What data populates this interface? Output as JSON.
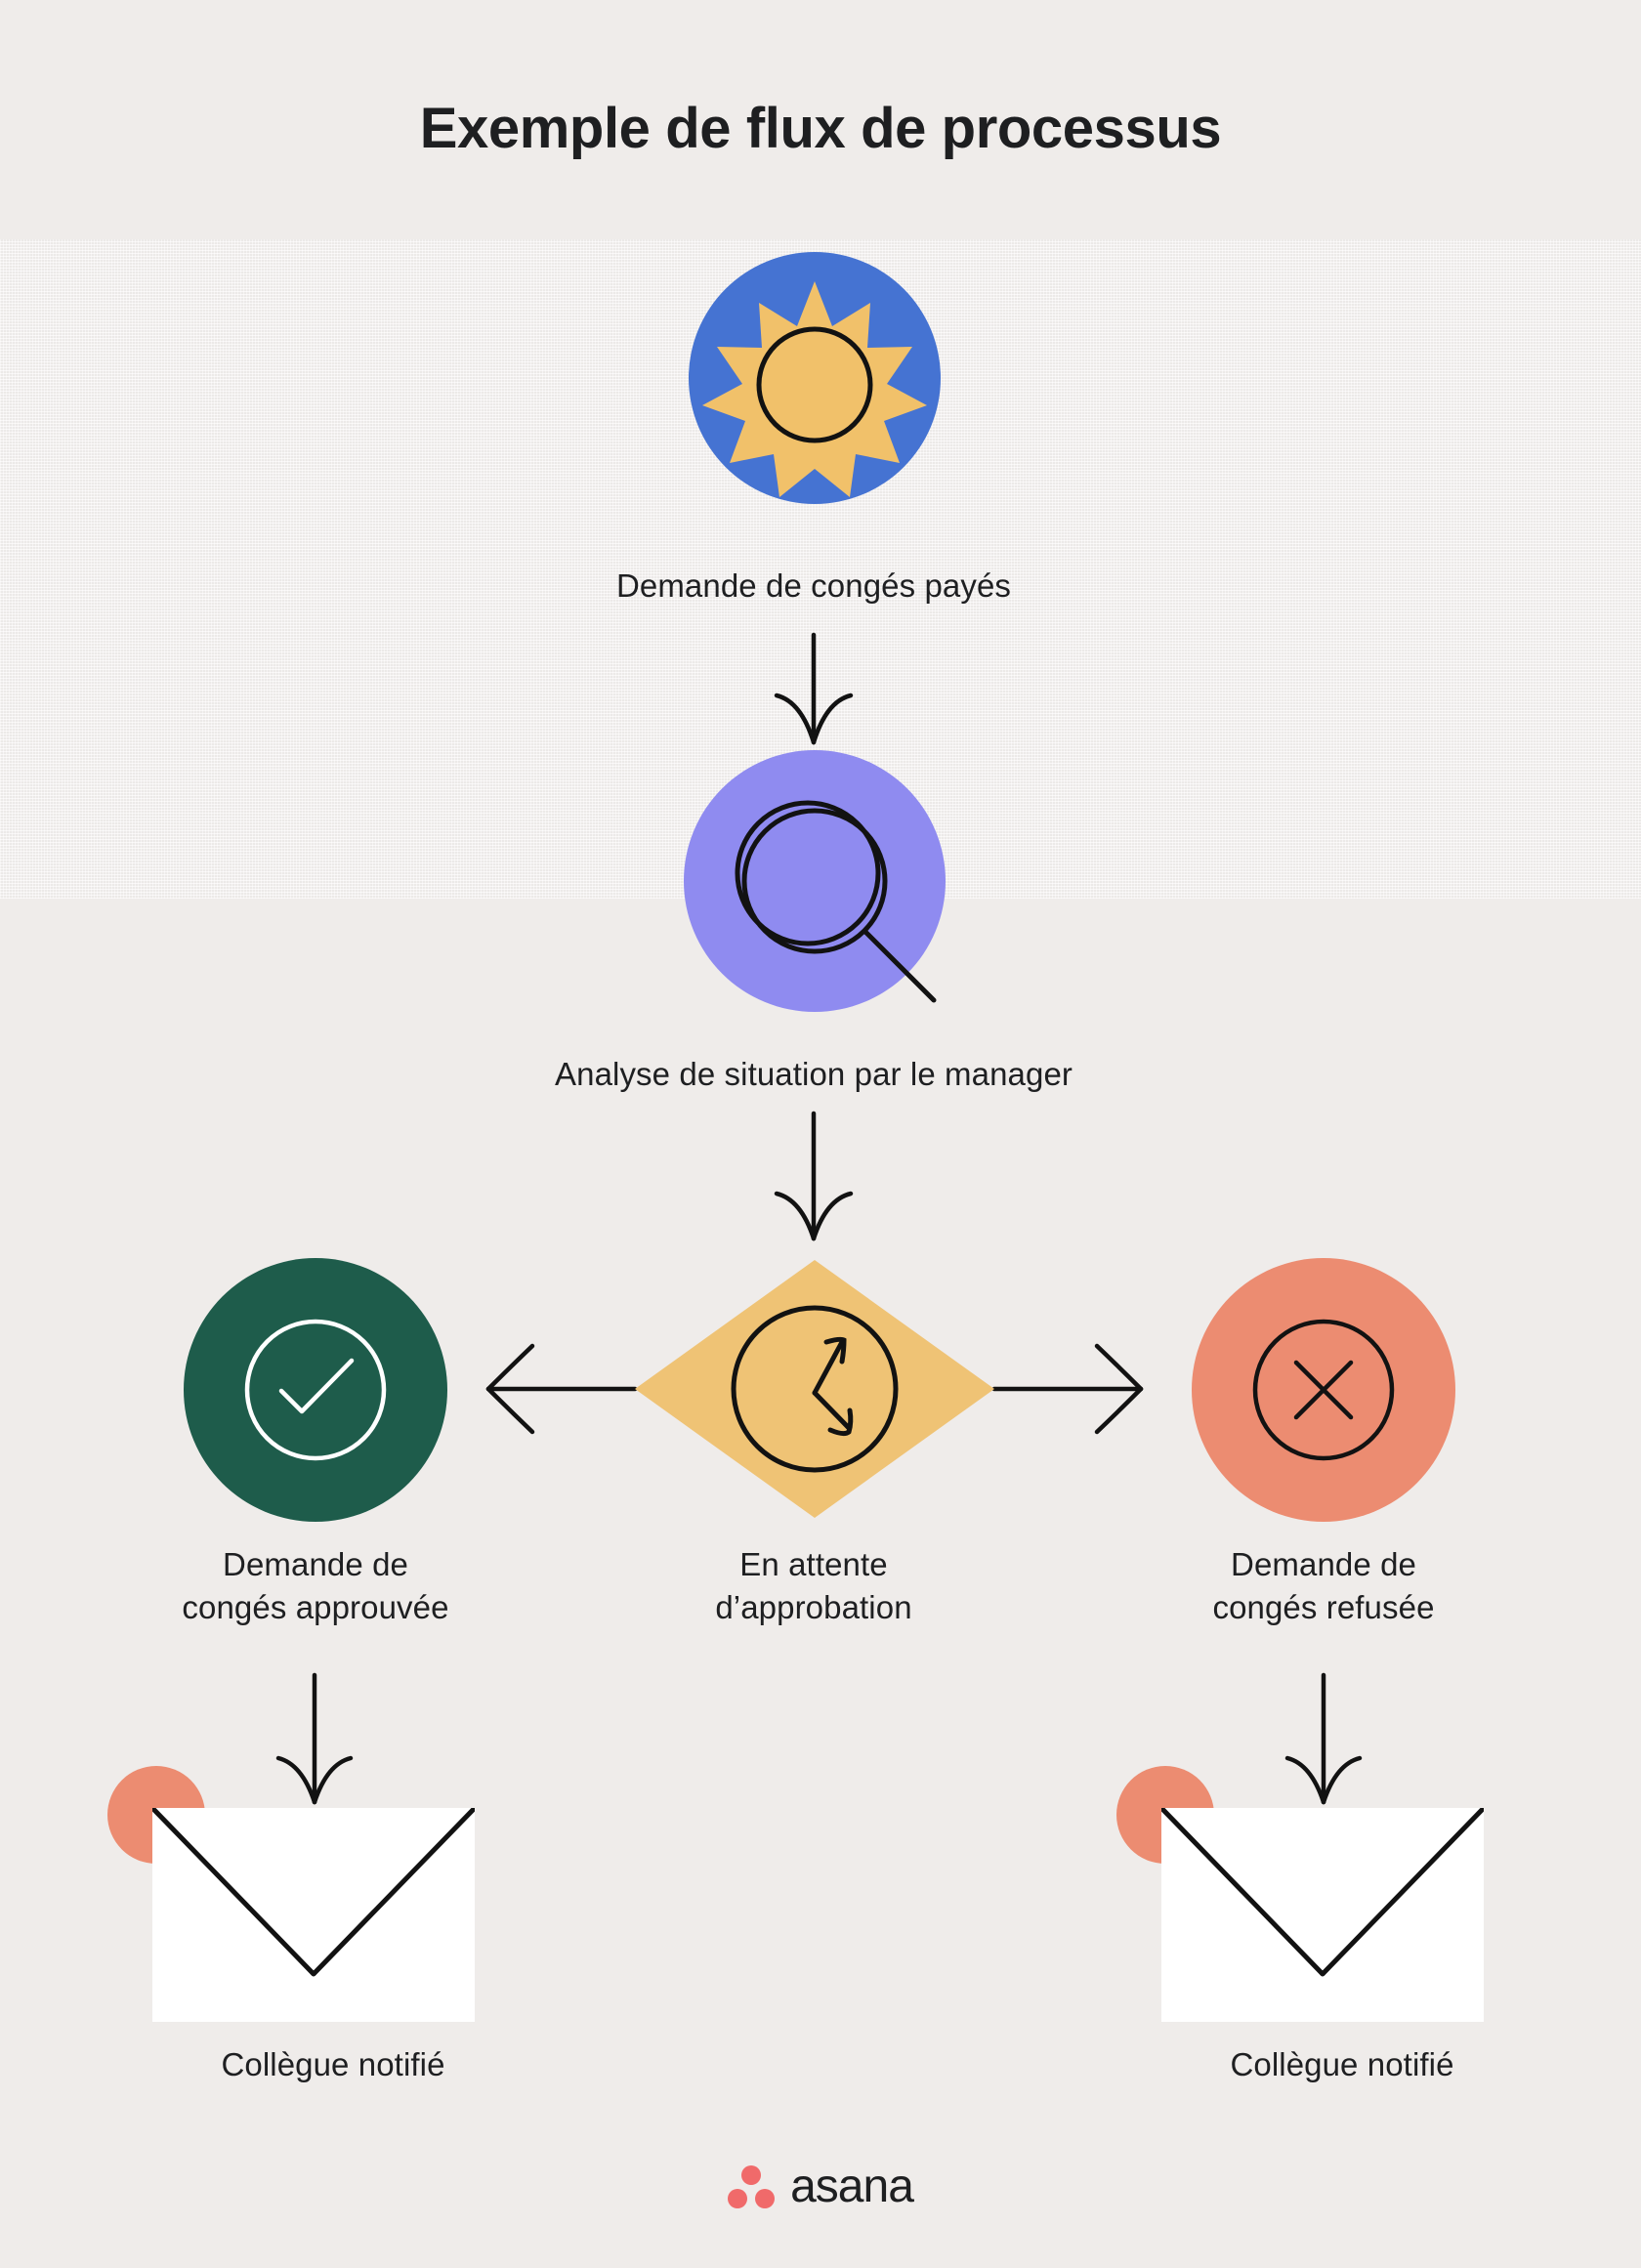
{
  "page": {
    "title": "Exemple de flux de processus",
    "background_color": "#EFECEA",
    "text_color": "#1E1F21"
  },
  "palette": {
    "blue": "#4573D2",
    "sun_yellow": "#F1C16A",
    "purple": "#8F8BF0",
    "diamond_yellow": "#EFC375",
    "green": "#1E5C4B",
    "coral": "#EC8C71",
    "white": "#FFFFFF",
    "stroke": "#121212",
    "logo_coral": "#F06A6A"
  },
  "flow": {
    "type": "process-flowchart",
    "nodes": [
      {
        "id": "start",
        "label": "Demande de congés payés",
        "shape": "circle",
        "icon": "sun-icon",
        "fill": "#4573D2",
        "icon_fill": "#F1C16A"
      },
      {
        "id": "review",
        "label": "Analyse de situation par le manager",
        "shape": "circle",
        "icon": "magnifying-glass-icon",
        "fill": "#8F8BF0",
        "icon_fill": "none"
      },
      {
        "id": "pending",
        "label": "En attente\nd’approbation",
        "shape": "diamond",
        "icon": "clock-icon",
        "fill": "#EFC375",
        "icon_fill": "none"
      },
      {
        "id": "approved",
        "label": "Demande de\ncongés approuvée",
        "shape": "circle",
        "icon": "check-circle-icon",
        "fill": "#1E5C4B",
        "icon_fill": "#FFFFFF"
      },
      {
        "id": "refused",
        "label": "Demande de\ncongés refusée",
        "shape": "circle",
        "icon": "x-circle-icon",
        "fill": "#EC8C71",
        "icon_fill": "#121212"
      },
      {
        "id": "notified-left",
        "label": "Collègue notifié",
        "shape": "envelope",
        "icon": "envelope-icon",
        "fill": "#FFFFFF",
        "icon_fill": "#EC8C71"
      },
      {
        "id": "notified-right",
        "label": "Collègue notifié",
        "shape": "envelope",
        "icon": "envelope-icon",
        "fill": "#FFFFFF",
        "icon_fill": "#EC8C71"
      }
    ],
    "edges": [
      {
        "from": "start",
        "to": "review",
        "direction": "down"
      },
      {
        "from": "review",
        "to": "pending",
        "direction": "down"
      },
      {
        "from": "pending",
        "to": "approved",
        "direction": "left"
      },
      {
        "from": "pending",
        "to": "refused",
        "direction": "right"
      },
      {
        "from": "approved",
        "to": "notified-left",
        "direction": "down"
      },
      {
        "from": "refused",
        "to": "notified-right",
        "direction": "down"
      }
    ]
  },
  "footer": {
    "logo_word": "asana",
    "logo_icon": "asana-logo-icon"
  }
}
